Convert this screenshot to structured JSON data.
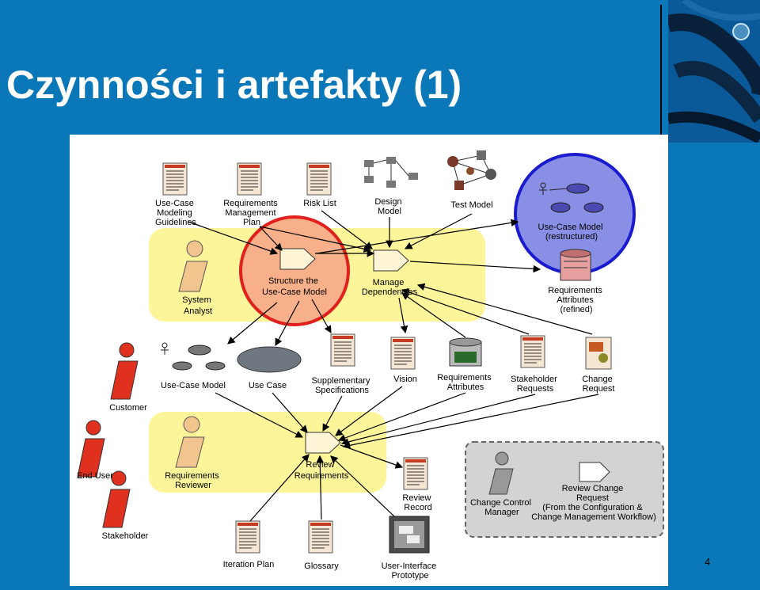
{
  "slide": {
    "title": "Czynności i artefakty (1)",
    "page_number": "4"
  },
  "colors": {
    "background": "#0a77b8",
    "highlight": "#fdf59a",
    "red_circle": "#e0201c",
    "blue_circle": "#1a1acf",
    "actor_red": "#e0301e",
    "actor_tan": "#f2c48e"
  },
  "diagram": {
    "artifacts_top": {
      "usecase_guidelines": [
        "Use-Case",
        "Modeling",
        "Guidelines"
      ],
      "req_mgmt_plan": [
        "Requirements",
        "Management",
        "Plan"
      ],
      "risk_list": [
        "Risk List"
      ],
      "design_model": [
        "Design",
        "Model"
      ],
      "test_model": [
        "Test Model"
      ]
    },
    "usecase_model_restructured": [
      "Use-Case Model",
      "(restructured)"
    ],
    "req_attributes_refined": [
      "Requirements",
      "Attributes",
      "(refined)"
    ],
    "system_analyst": [
      "System",
      "Analyst"
    ],
    "activity_structure": [
      "Structure the",
      "Use-Case Model"
    ],
    "activity_manage": [
      "Manage",
      "Dependencies"
    ],
    "middle_artifacts": {
      "usecase_model": "Use-Case Model",
      "use_case": "Use Case",
      "supplementary": [
        "Supplementary",
        "Specifications"
      ],
      "vision": "Vision",
      "req_attributes": [
        "Requirements",
        "Attributes"
      ],
      "stakeholder_requests": [
        "Stakeholder",
        "Requests"
      ],
      "change_request": [
        "Change",
        "Request"
      ]
    },
    "actors": {
      "customer": "Customer",
      "end_user": "End User",
      "stakeholder": "Stakeholder"
    },
    "requirements_reviewer": [
      "Requirements",
      "Reviewer"
    ],
    "activity_review": [
      "Review",
      "Requirements"
    ],
    "review_record": [
      "Review",
      "Record"
    ],
    "change_control_manager": [
      "Change Control",
      "Manager"
    ],
    "review_change_request": [
      "Review Change",
      "Request",
      "(From the Configuration &",
      "Change Management Workflow)"
    ],
    "bottom_artifacts": {
      "iteration_plan": "Iteration Plan",
      "glossary": "Glossary",
      "ui_prototype": [
        "User-Interface",
        "Prototype"
      ]
    }
  }
}
